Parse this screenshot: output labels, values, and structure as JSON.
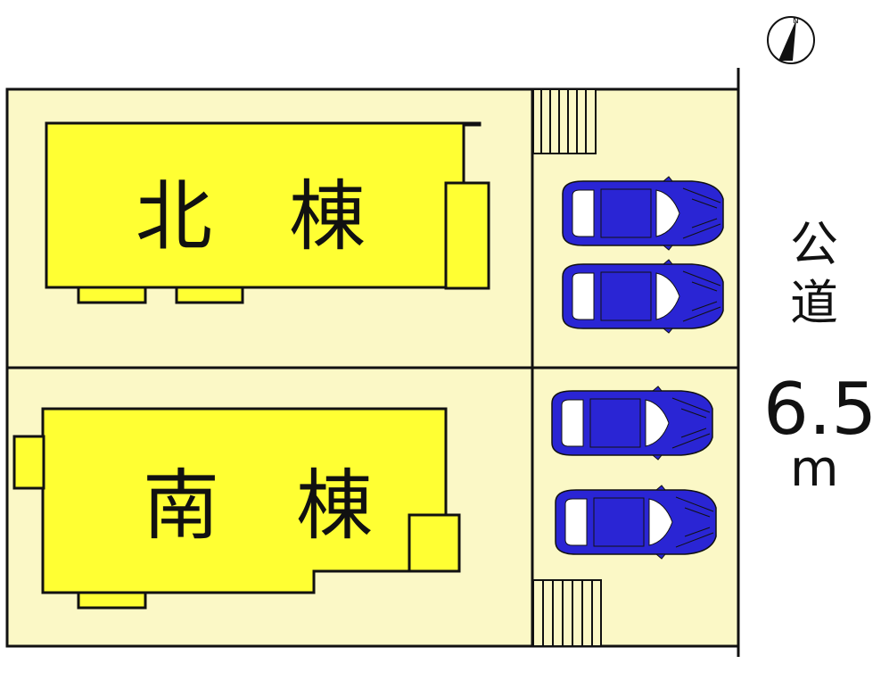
{
  "compass": {
    "north_label": "N"
  },
  "north_building": {
    "label": "北　棟"
  },
  "south_building": {
    "label": "南　棟"
  },
  "road": {
    "label_line1": "公",
    "label_line2": "道",
    "width_value": "6.5",
    "width_unit": "m"
  },
  "parking": {
    "car_count": 4
  },
  "colors": {
    "lot_fill": "#fbf8c6",
    "building_fill": "#ffff33",
    "car_body": "#2a25d4",
    "car_glass": "#ffffff",
    "line": "#111111"
  }
}
